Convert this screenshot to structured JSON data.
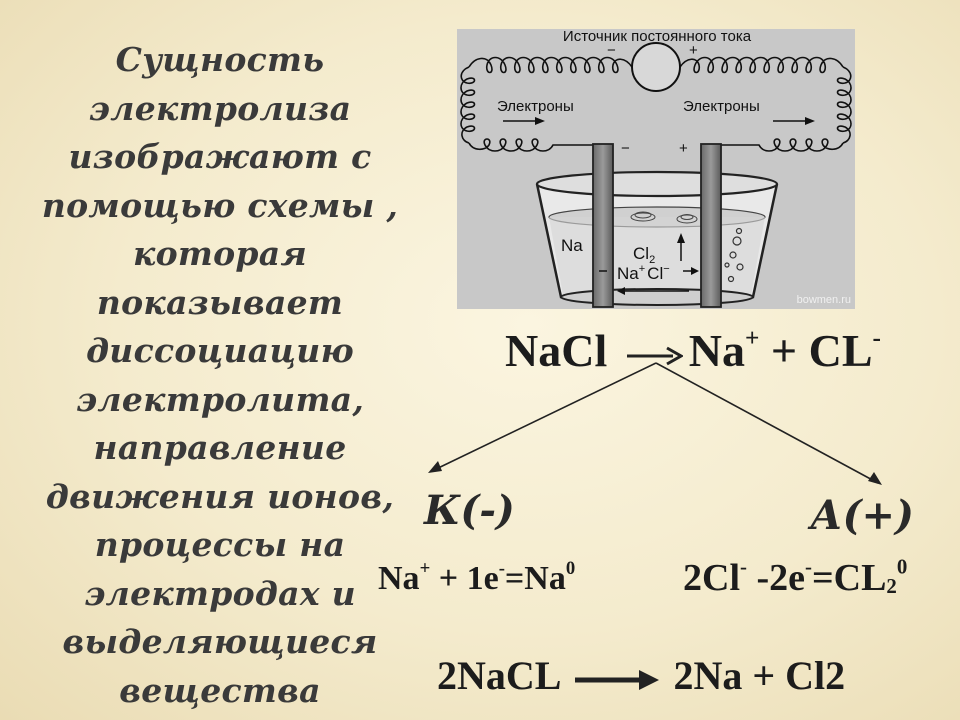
{
  "lead_text": {
    "lines": [
      "Сущность",
      "электролиза",
      "изображают  с",
      "помощью схемы ,",
      "которая",
      "показывает",
      "диссоциацию",
      "электролита,",
      "направление",
      "движения ионов,",
      "процессы на",
      "электродах и",
      "выделяющиеся",
      "вещества"
    ]
  },
  "diagram": {
    "source_label": "Источник постоянного тока",
    "minus": "−",
    "plus": "+",
    "electrons_left": "Электроны",
    "electrons_right": "Электроны",
    "electrode_minus": "−",
    "electrode_plus": "+",
    "ion_na": "Na",
    "ion_cl2": "Cl",
    "ion_cl2_sub": "2",
    "ions_pair": "Na",
    "ions_pair_sup": "+",
    "ions_pair_cl": "Cl",
    "ions_pair_cl_sup": "−",
    "watermark": "bowmen.ru"
  },
  "dissociation": {
    "left": "NaCl",
    "na": "Na",
    "na_charge": "+",
    "plus": "+",
    "cl": "CL",
    "cl_charge": "-"
  },
  "electrodes": {
    "cathode": "К(-)",
    "anode": "А(+)"
  },
  "cathode_eq": {
    "a": "Na",
    "a_sup": "+",
    "b": " + 1e",
    "b_sup": "-",
    "c": "=Na",
    "c_sup": "0"
  },
  "anode_eq": {
    "a": "2Cl",
    "a_sup": "-",
    "b": " -2e",
    "b_sup": "-",
    "c": "=CL",
    "c_sub": "2",
    "c_sup": "0"
  },
  "summary": {
    "left": "2NaCL",
    "right": "2Na + Cl2"
  }
}
